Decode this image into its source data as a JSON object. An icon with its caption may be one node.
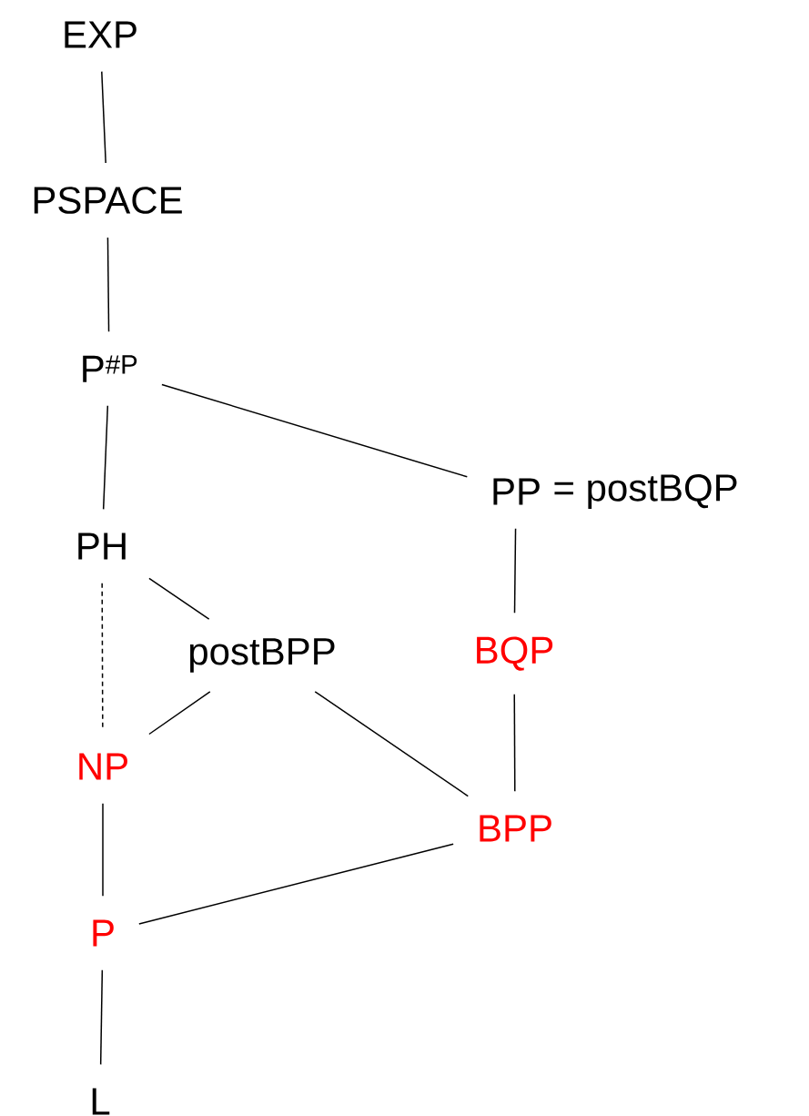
{
  "diagram": {
    "nodes": [
      {
        "text": [
          "EXP"
        ]
      },
      {
        "text": [
          "PSPACE"
        ]
      },
      {
        "text": [
          "P$^{#P}$"
        ]
      },
      {
        "text": [
          "PP"
        ],
        "beside": [
          "= postBQP"
        ]
      },
      {
        "text": [
          "PH"
        ]
      },
      {
        "text": [
          "postBPP"
        ]
      },
      {
        "text": [
          "BQP"
        ]
      },
      {
        "text": [
          "NP"
        ]
      },
      {
        "text": [
          "BPP"
        ]
      },
      {
        "text": [
          "P"
        ]
      },
      {
        "text": [
          "L"
        ]
      }
    ],
    "edges": [
      {
        "from": 0,
        "to": 1,
        "arrow": "none"
      },
      {
        "from": 1,
        "to": 2,
        "arrow": "none"
      },
      {
        "from": 2,
        "to": 3,
        "arrow": "none"
      },
      {
        "from": 2,
        "to": 4,
        "arrow": "none"
      },
      {
        "from": 3,
        "to": 6,
        "arrow": "none"
      },
      {
        "from": 4,
        "to": 5,
        "arrow": "none"
      },
      {
        "from": 4,
        "to": 7,
        "arrow": "none",
        "style": "dashed"
      },
      {
        "from": 5,
        "to": 7,
        "arrow": "none"
      },
      {
        "from": 5,
        "to": 8,
        "arrow": "none"
      },
      {
        "from": 6,
        "to": 8,
        "arrow": "none"
      },
      {
        "from": 7,
        "to": 9,
        "arrow": "none"
      },
      {
        "from": 8,
        "to": 9,
        "arrow": "none"
      },
      {
        "from": 9,
        "to": 10,
        "arrow": "none"
      }
    ]
  }
}
